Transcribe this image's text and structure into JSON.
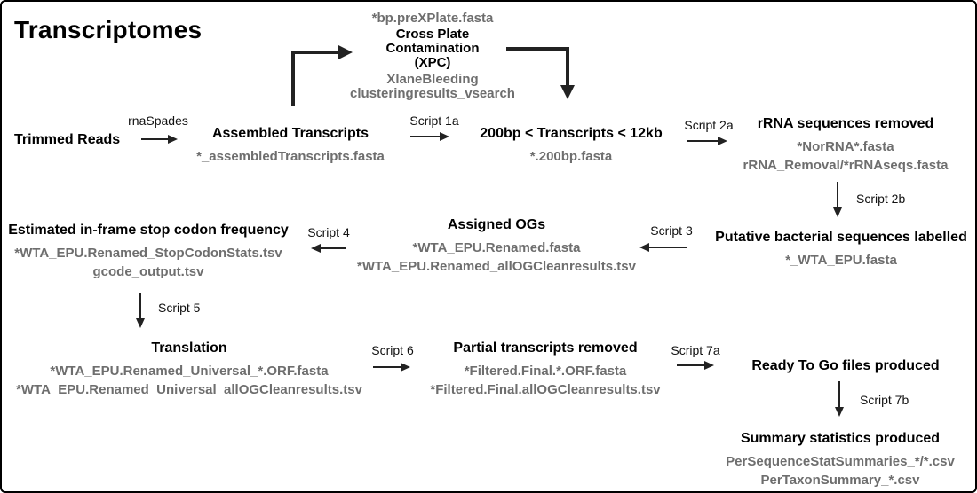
{
  "title": "Transcriptomes",
  "colors": {
    "text": "#000000",
    "muted_file_text": "#6e6e6e",
    "arrow": "#222222",
    "border": "#000000",
    "background": "#ffffff"
  },
  "nodes": {
    "trimmed_reads": {
      "title": "Trimmed Reads"
    },
    "xpc": {
      "pre_file": "*bp.preXPlate.fasta",
      "title_lines": [
        "Cross Plate",
        "Contamination",
        "(XPC)"
      ],
      "files": [
        "XlaneBleeding",
        "clusteringresults_vsearch"
      ]
    },
    "assembled": {
      "title": "Assembled Transcripts",
      "files": [
        "*_assembledTranscripts.fasta"
      ]
    },
    "size_filtered": {
      "title": "200bp < Transcripts < 12kb",
      "files": [
        "*.200bp.fasta"
      ]
    },
    "rrna_removed": {
      "title": "rRNA sequences removed",
      "files": [
        "*NorRNA*.fasta",
        "rRNA_Removal/*rRNAseqs.fasta"
      ]
    },
    "bacterial": {
      "title": "Putative bacterial sequences labelled",
      "files": [
        "*_WTA_EPU.fasta"
      ]
    },
    "assigned_ogs": {
      "title": "Assigned OGs",
      "files": [
        "*WTA_EPU.Renamed.fasta",
        "*WTA_EPU.Renamed_allOGCleanresults.tsv"
      ]
    },
    "stop_codon": {
      "title": "Estimated in-frame stop codon frequency",
      "files": [
        "*WTA_EPU.Renamed_StopCodonStats.tsv",
        "gcode_output.tsv"
      ]
    },
    "translation": {
      "title": "Translation",
      "files": [
        "*WTA_EPU.Renamed_Universal_*.ORF.fasta",
        "*WTA_EPU.Renamed_Universal_allOGCleanresults.tsv"
      ]
    },
    "partial_removed": {
      "title": "Partial transcripts removed",
      "files": [
        "*Filtered.Final.*.ORF.fasta",
        "*Filtered.Final.allOGCleanresults.tsv"
      ]
    },
    "ready_to_go": {
      "title": "Ready To Go files produced"
    },
    "summary": {
      "title": "Summary statistics produced",
      "files": [
        "PerSequenceStatSummaries_*/*.csv",
        "PerTaxonSummary_*.csv"
      ]
    }
  },
  "arrow_labels": {
    "rnaspades": "rnaSpades",
    "script1a": "Script 1a",
    "script2a": "Script 2a",
    "script2b": "Script 2b",
    "script3": "Script 3",
    "script4": "Script 4",
    "script5": "Script 5",
    "script6": "Script 6",
    "script7a": "Script 7a",
    "script7b": "Script 7b"
  }
}
